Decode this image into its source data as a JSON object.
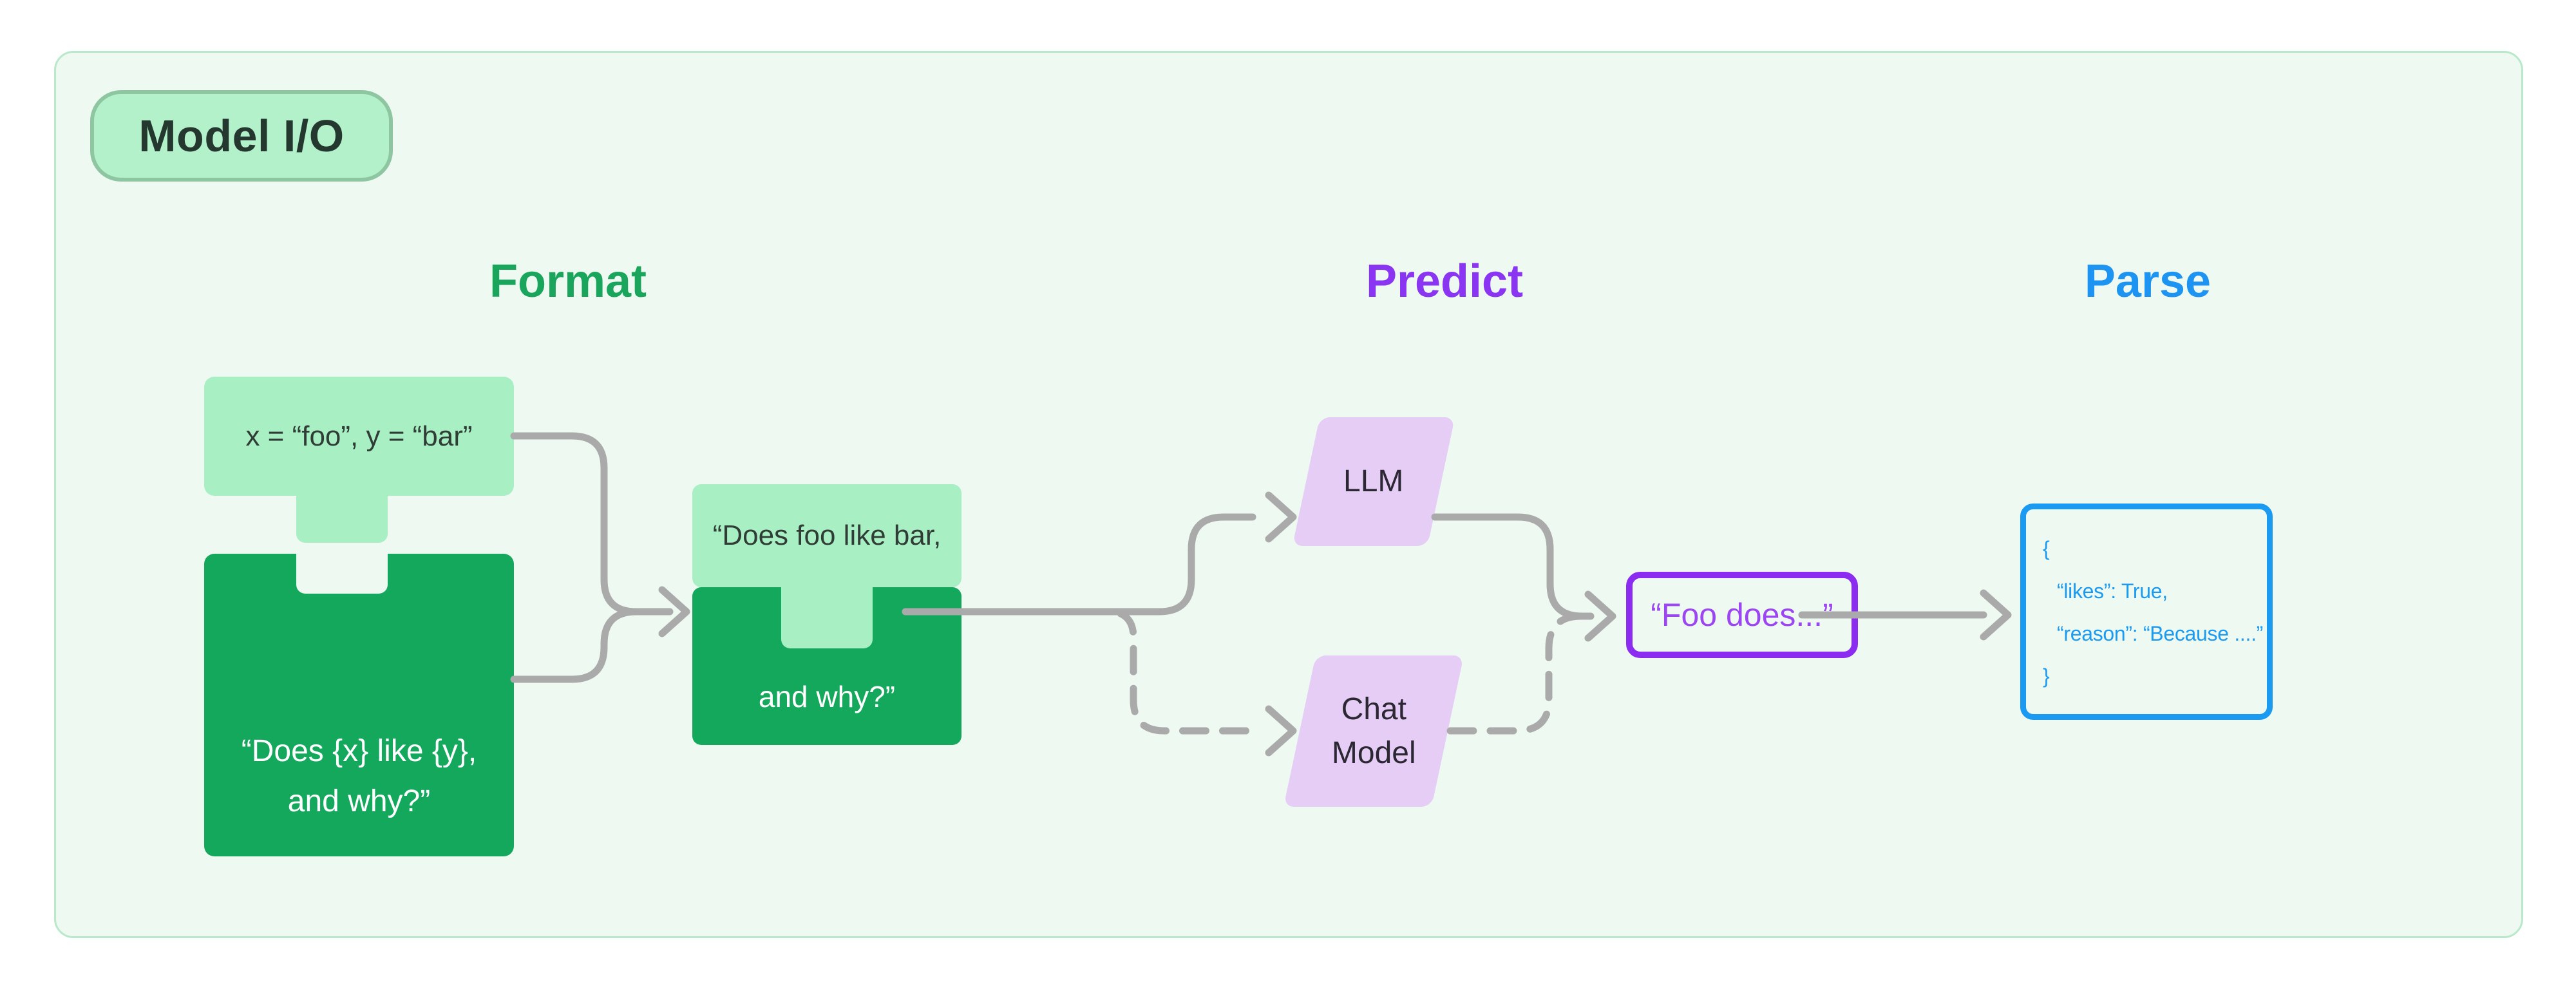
{
  "badge": {
    "label": "Model I/O"
  },
  "sections": [
    {
      "id": "format",
      "label": "Format"
    },
    {
      "id": "predict",
      "label": "Predict"
    },
    {
      "id": "parse",
      "label": "Parse"
    }
  ],
  "nodes": {
    "variables": {
      "text": "x = “foo”, y = “bar”"
    },
    "template": {
      "line1": "“Does {x} like {y},",
      "line2": "and why?”"
    },
    "prompt": {
      "line1": "“Does foo like bar,",
      "line2": "and why?”"
    },
    "llm": {
      "label": "LLM"
    },
    "chat_model": {
      "line1": "Chat",
      "line2": "Model"
    },
    "completion": {
      "text": "“Foo does...”"
    },
    "parsed_output": {
      "lines": [
        "{",
        "“likes”: True,",
        "“reason”: “Because ....”",
        "}"
      ]
    }
  },
  "colors": {
    "container_bg": "#edf9f1",
    "container_border": "#b9e8ca",
    "badge_bg": "#b2f1c9",
    "badge_border": "#8ec6a2",
    "green_light": "#a9efc4",
    "green_dark": "#13a85c",
    "format_header": "#1aa55c",
    "predict_header": "#8a35f1",
    "parse_header": "#1d94f2",
    "model_node_fill": "#e5cdf6",
    "completion_border": "#8b2cf0",
    "completion_text": "#9b45f3",
    "parsed_blue": "#1b9af2",
    "connector_gray": "#aaaaaa"
  }
}
